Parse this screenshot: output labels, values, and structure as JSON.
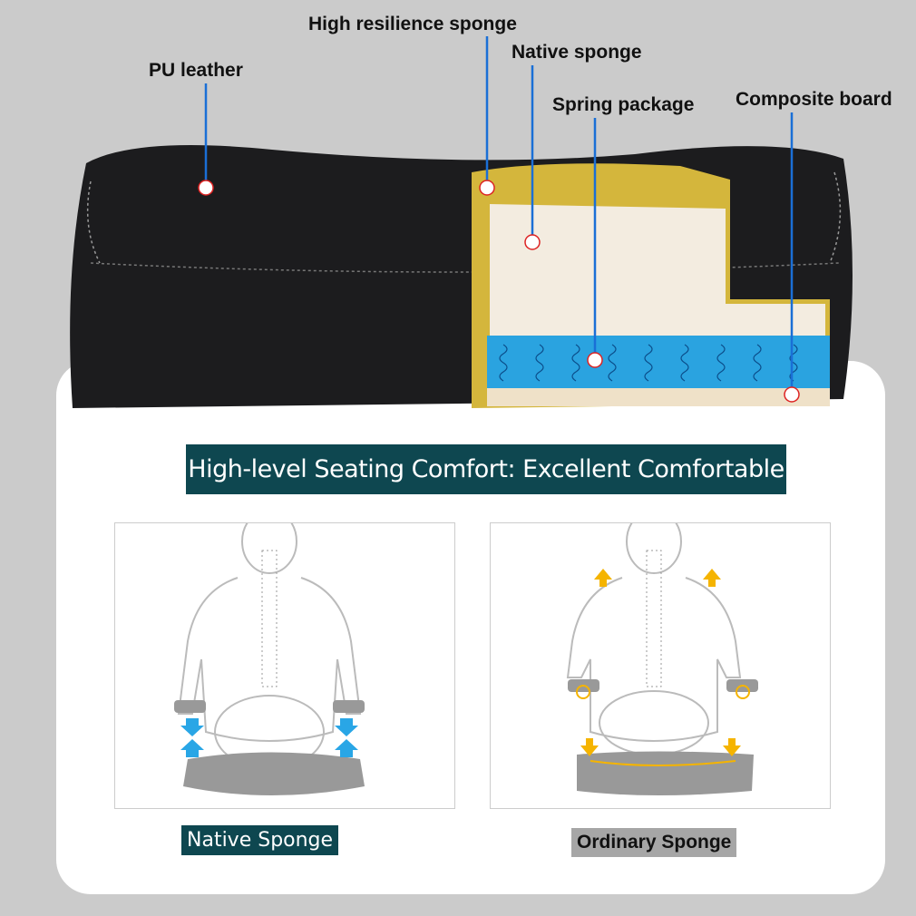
{
  "callouts": {
    "pu_leather": "PU leather",
    "high_resilience": "High resilience sponge",
    "native_sponge": "Native sponge",
    "spring_package": "Spring package",
    "composite_board": "Composite board"
  },
  "banner": "High-level Seating Comfort: Excellent Comfortable",
  "comparison": {
    "left_caption": "Native Sponge",
    "right_caption": "Ordinary Sponge"
  },
  "colors": {
    "banner": "#0e4750",
    "callout_line": "#1a6fd6",
    "spring": "#2aa3e0",
    "foam": "#d9c04a",
    "arrow_blue": "#29a6e6",
    "arrow_orange": "#f5b400"
  }
}
